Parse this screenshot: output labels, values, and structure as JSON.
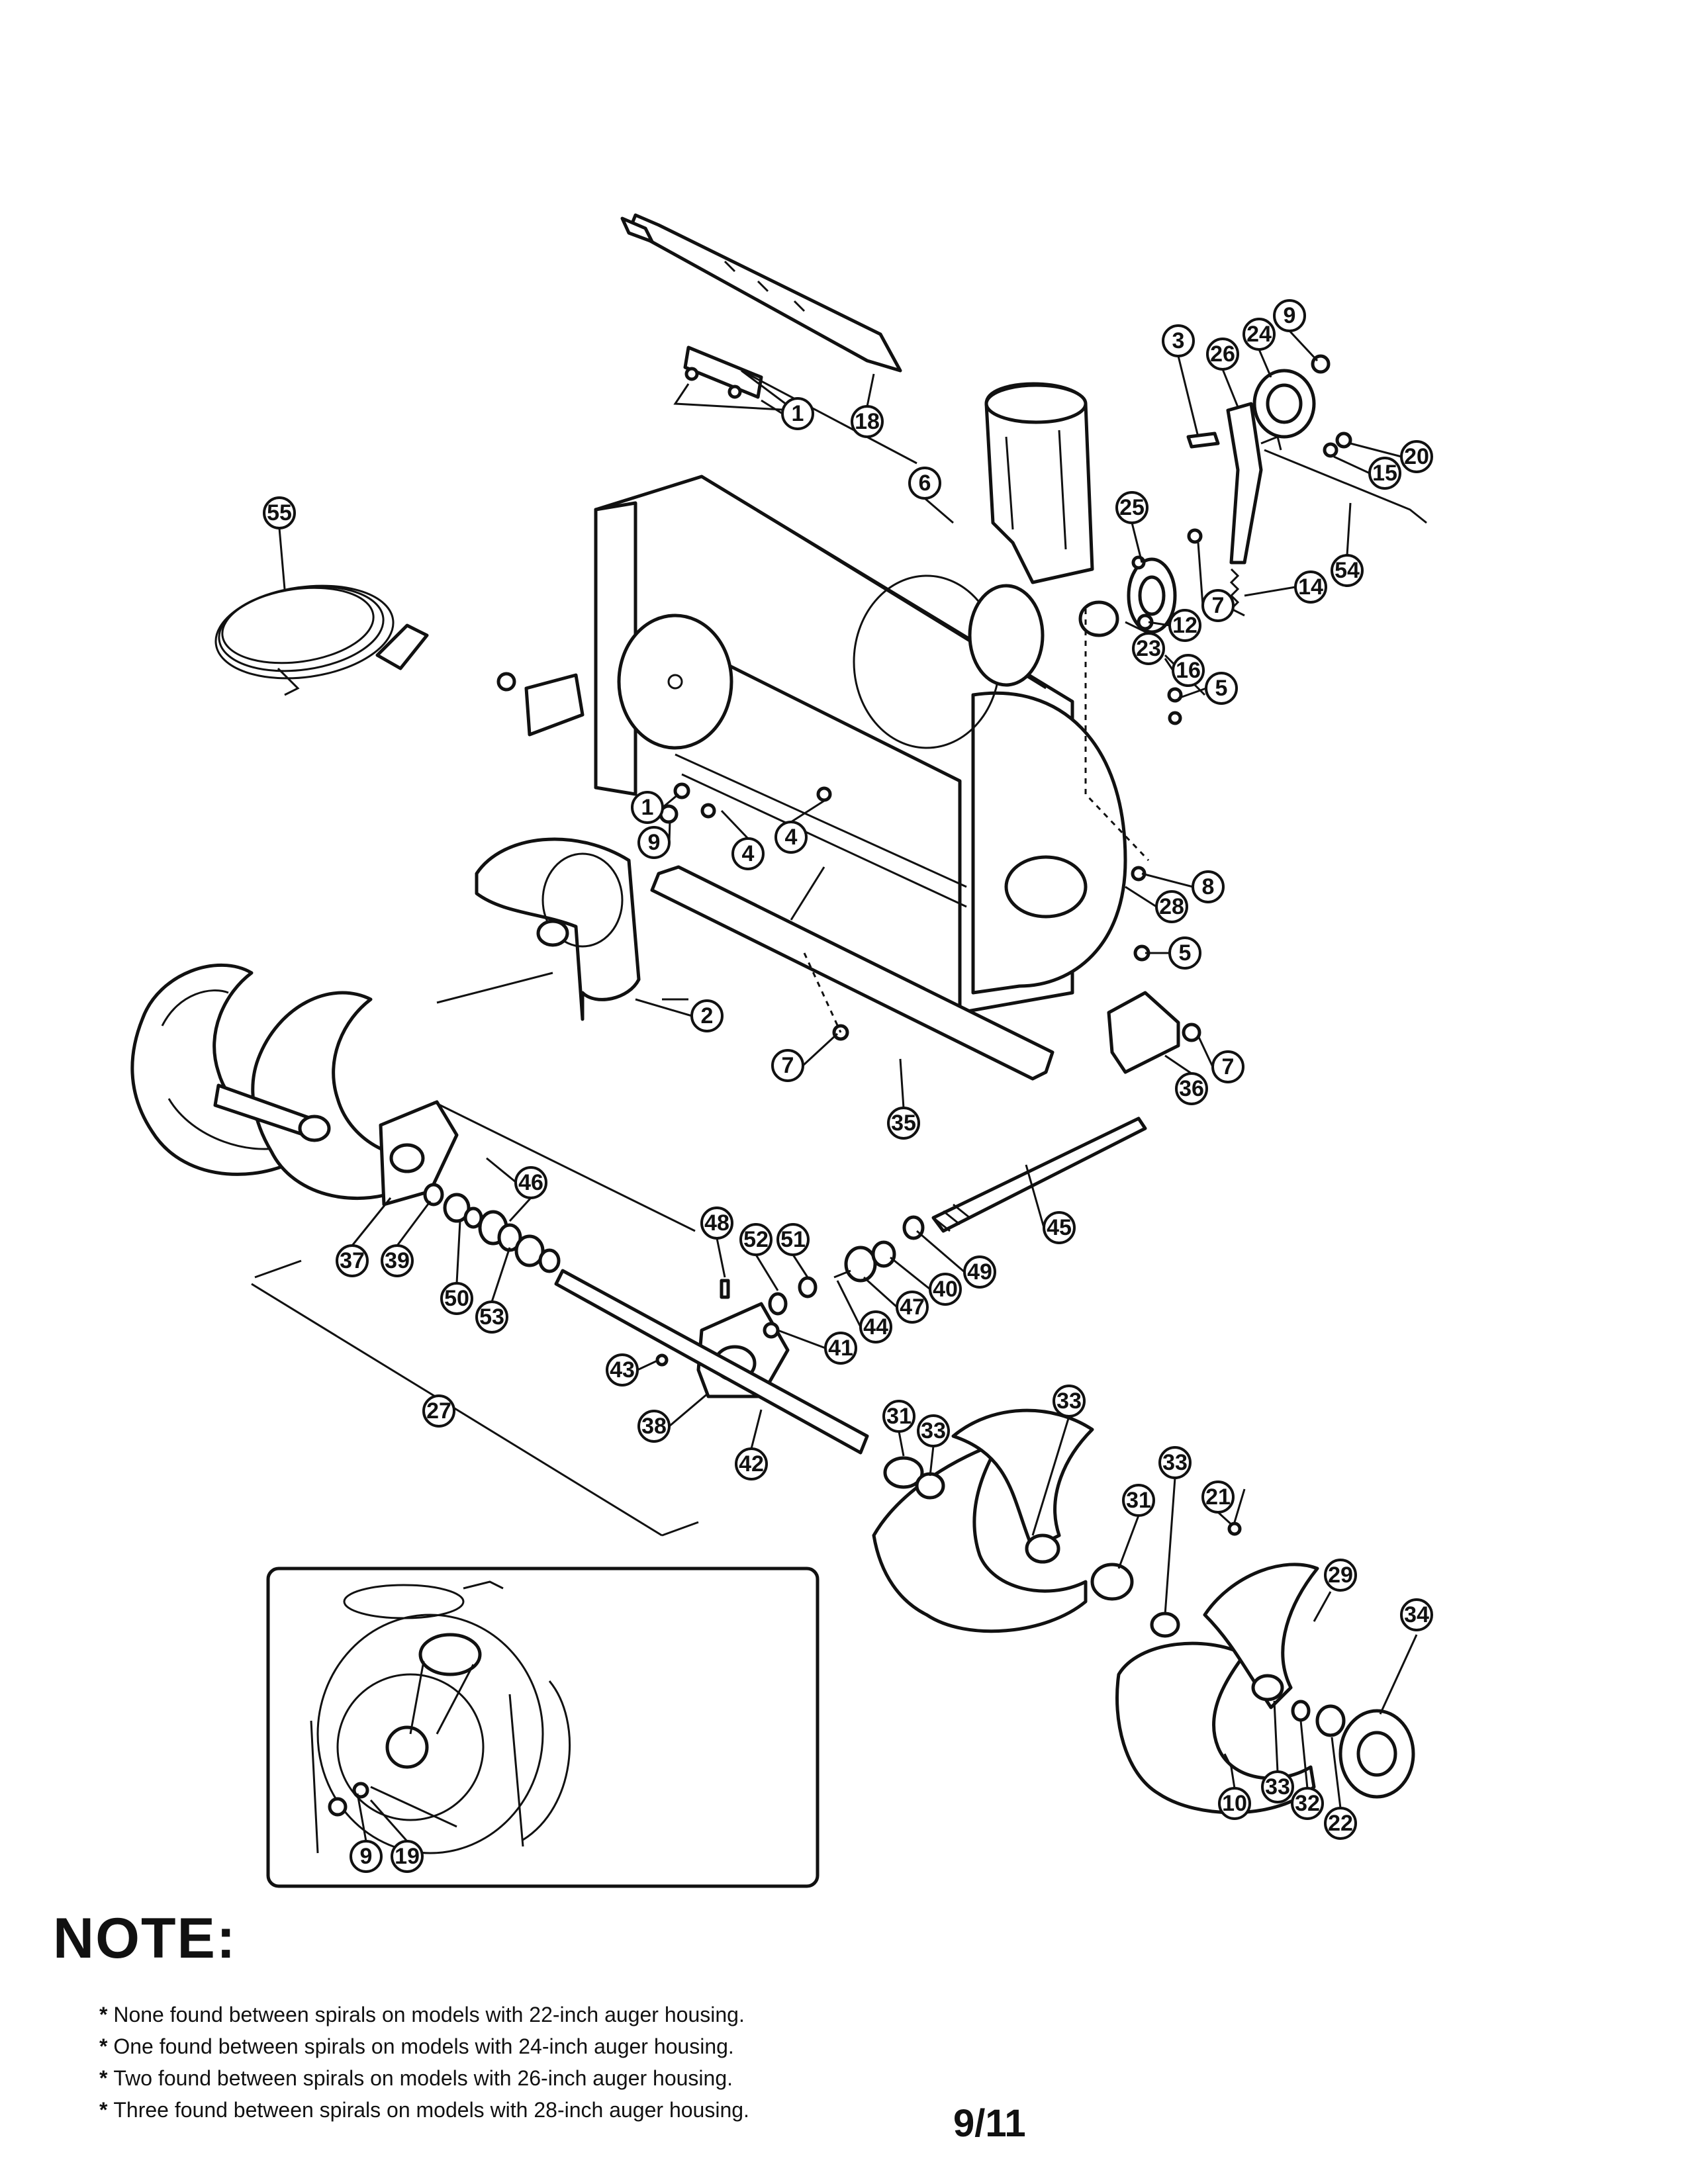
{
  "callouts": [
    {
      "label": "1"
    },
    {
      "label": "18"
    },
    {
      "label": "55"
    },
    {
      "label": "6"
    },
    {
      "label": "3"
    },
    {
      "label": "26"
    },
    {
      "label": "24"
    },
    {
      "label": "9"
    },
    {
      "label": "20"
    },
    {
      "label": "15"
    },
    {
      "label": "25"
    },
    {
      "label": "7"
    },
    {
      "label": "12"
    },
    {
      "label": "54"
    },
    {
      "label": "14"
    },
    {
      "label": "23"
    },
    {
      "label": "16"
    },
    {
      "label": "5"
    },
    {
      "label": "1"
    },
    {
      "label": "9"
    },
    {
      "label": "4"
    },
    {
      "label": "4"
    },
    {
      "label": "8"
    },
    {
      "label": "28"
    },
    {
      "label": "5"
    },
    {
      "label": "2"
    },
    {
      "label": "7"
    },
    {
      "label": "36"
    },
    {
      "label": "7"
    },
    {
      "label": "35"
    },
    {
      "label": "46"
    },
    {
      "label": "45"
    },
    {
      "label": "48"
    },
    {
      "label": "52"
    },
    {
      "label": "51"
    },
    {
      "label": "49"
    },
    {
      "label": "40"
    },
    {
      "label": "47"
    },
    {
      "label": "44"
    },
    {
      "label": "41"
    },
    {
      "label": "37"
    },
    {
      "label": "39"
    },
    {
      "label": "50"
    },
    {
      "label": "53"
    },
    {
      "label": "43"
    },
    {
      "label": "27"
    },
    {
      "label": "38"
    },
    {
      "label": "42"
    },
    {
      "label": "31"
    },
    {
      "label": "33"
    },
    {
      "label": "33"
    },
    {
      "label": "33"
    },
    {
      "label": "31"
    },
    {
      "label": "21"
    },
    {
      "label": "29"
    },
    {
      "label": "34"
    },
    {
      "label": "33"
    },
    {
      "label": "10"
    },
    {
      "label": "32"
    },
    {
      "label": "22"
    },
    {
      "label": "9"
    },
    {
      "label": "19"
    }
  ],
  "note": {
    "title": "NOTE:",
    "items": [
      "None found between spirals on models with 22-inch auger housing.",
      "One found between spirals on models with 24-inch auger housing.",
      "Two found between spirals on models with 26-inch auger housing.",
      "Three found between spirals on models with 28-inch auger housing."
    ]
  },
  "page_number": "9/11"
}
